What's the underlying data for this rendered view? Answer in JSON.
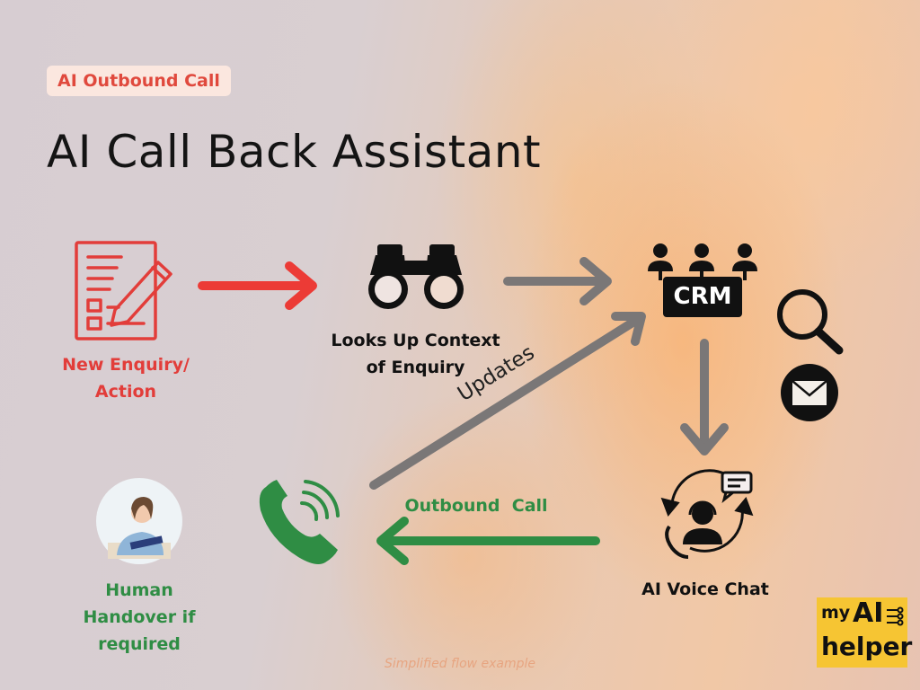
{
  "tag": "AI Outbound Call",
  "title": "AI Call Back Assistant",
  "nodes": {
    "enquiry": "New Enquiry/\nAction",
    "lookup": "Looks Up Context\nof Enquiry",
    "crm": "CRM",
    "voice": "AI Voice Chat",
    "human": "Human\nHandover if\nrequired"
  },
  "edges": {
    "updates": "Updates",
    "outbound": "Outbound  Call"
  },
  "footnote": "Simplified flow example",
  "logo": {
    "my": "my",
    "ai": "AI",
    "helper": "helper"
  },
  "colors": {
    "red": "#e23d3a",
    "green": "#2f8d44",
    "gray": "#7a7777",
    "black": "#111111"
  }
}
